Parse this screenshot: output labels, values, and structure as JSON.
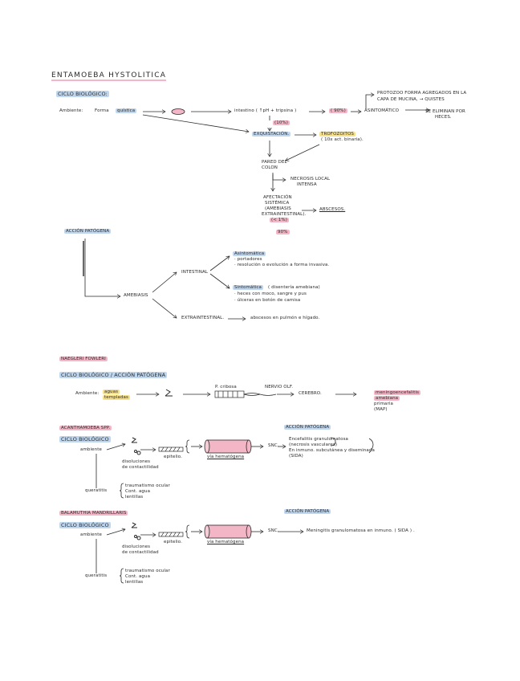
{
  "sections": {
    "entamoeba": {
      "title": "ENTAMOEBA HYSTOLITICA",
      "ciclo": "CICLO BIOLÓGICO:",
      "ambiente": "Ambiente:",
      "forma": "Forma",
      "quistica": "quística",
      "intestino": "intestino ( ↑pH + tripsina )",
      "pct_90": "( 90%)",
      "asintomatico": "ASINTOMÁTICO",
      "protozoo": "PROTOZOO FORMA AGREGADOS EN LA",
      "capa": "CAPA DE MUCINA, → QUISTES",
      "se_eliminan": "SE ELIMINAN POR",
      "heces": "HECES.",
      "pct_10": "(10%)",
      "exquistacion": "EXQUISTACIÓN.",
      "trofozoitos": "TROFOZOITOS",
      "trof_note": "( 10x act. binaria).",
      "pared": "PARED DEL",
      "colon": "COLON",
      "necrosis_local": "NECROSIS LOCAL",
      "intensa": "INTENSA",
      "afectacion": "AFECTACIÓN",
      "sistemica": "SISTÉMICA",
      "amebiasis_paren": "(AMEBIASIS",
      "extraintestinal": "EXTRAINTESTINAL).",
      "pct_1": "(< 1%)",
      "abscesos": "ABSCESOS.",
      "pct_90b": "90%"
    },
    "accion": {
      "label": "ACCIÓN PATÓGENA",
      "amebiasis": "AMEBIASIS",
      "intestinal": "INTESTINAL",
      "asintomatica": "Asintomática",
      "portadores": "· portadores",
      "resolucion": "· resolución o evolución a forma invasiva.",
      "sintomatica": "Sintomática",
      "disenteria": "( disentería amebiana)",
      "heces_moco": "· heces con moco, sangre y pus",
      "ulceras": "· úlceras en botón de camisa",
      "extraintestinal": "EXTRAINTESTINAL.",
      "abscesos_pulmon": "abscesos en pulmón e hígado."
    },
    "naegleri": {
      "title": "NAEGLERI FOWLERI",
      "ciclo": "CICLO BIOLÓGICO / ACCIÓN PATÓGENA",
      "ambiente": "Ambiente:",
      "aguas1": "aguas",
      "aguas2": "templadas",
      "cribosa": "P. cribosa",
      "nervio": "NERVIO OLF.",
      "cerebro": "CEREBRO.",
      "meningo1": "meningoencefalitis",
      "meningo2": "amebiana",
      "meningo3": "primaria",
      "map": "(MAP)"
    },
    "acanthamoeba": {
      "title": "ACANTHAMOEBA SPP.",
      "ciclo": "CICLO BIOLÓGICO",
      "ambiente": "ambiente",
      "disoluciones": "disoluciones",
      "lentillas_dis": "de contactilidad",
      "epitelio": "epitelio.",
      "via": "vía hematógena",
      "snc": "SNC.",
      "accion": "ACCIÓN PATÓGENA",
      "enc1": "Encefalitis granulomatosa",
      "enc2": "(necrosis vasculares)",
      "enc3": "En inmuno. subcutánea y diseminada",
      "enc4": "(SIDA)",
      "queratitis": "queratitis",
      "q1": "traumatismo ocular",
      "q2": "Cont. agua",
      "q3": "lentillas"
    },
    "balamuthia": {
      "title": "BALAMUTHIA MANDRILLARIS",
      "ciclo": "CICLO BIOLÓGICO",
      "ambiente": "ambiente",
      "disoluciones": "disoluciones",
      "lentillas_dis": "de contactilidad",
      "epitelio": "epitelio.",
      "via": "vía hematógena",
      "snc": "SNC.",
      "accion": "ACCIÓN PATÓGENA",
      "meningitis": "Meningitis granulomatosa en inmuno. ( SIDA ) .",
      "queratitis": "queratitis",
      "q1": "traumatismo ocular",
      "q2": "Cont. agua",
      "q3": "lentillas"
    }
  },
  "colors": {
    "pink": "#f2b6c6",
    "blue": "#bfd6ef",
    "yellow": "#f6e08c",
    "ink": "#2a2a2a"
  }
}
